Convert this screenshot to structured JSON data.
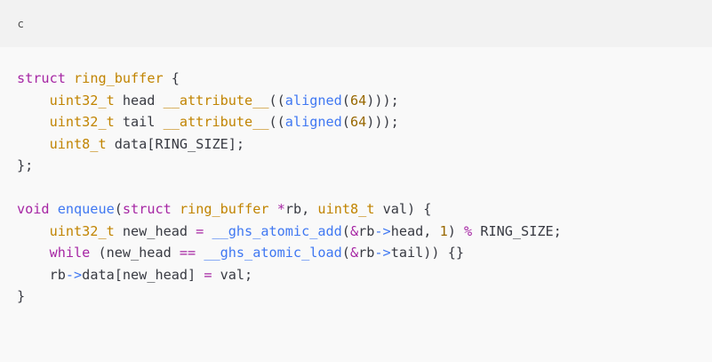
{
  "language_label": "c",
  "colors": {
    "background": "#f9f9f9",
    "header_background": "#f2f2f2",
    "keyword": "#a626a4",
    "type": "#c18401",
    "function": "#4078f2",
    "number": "#986801",
    "operator": "#4078f2",
    "plain": "#383a42"
  },
  "lines": [
    [
      {
        "t": "struct",
        "k": "keyword"
      },
      {
        "t": " ",
        "k": "plain"
      },
      {
        "t": "ring_buffer",
        "k": "type"
      },
      {
        "t": " {",
        "k": "plain"
      }
    ],
    [
      {
        "t": "    ",
        "k": "plain"
      },
      {
        "t": "uint32_t",
        "k": "type"
      },
      {
        "t": " head ",
        "k": "plain"
      },
      {
        "t": "__attribute__",
        "k": "type"
      },
      {
        "t": "((",
        "k": "plain"
      },
      {
        "t": "aligned",
        "k": "func"
      },
      {
        "t": "(",
        "k": "plain"
      },
      {
        "t": "64",
        "k": "number"
      },
      {
        "t": ")));",
        "k": "plain"
      }
    ],
    [
      {
        "t": "    ",
        "k": "plain"
      },
      {
        "t": "uint32_t",
        "k": "type"
      },
      {
        "t": " tail ",
        "k": "plain"
      },
      {
        "t": "__attribute__",
        "k": "type"
      },
      {
        "t": "((",
        "k": "plain"
      },
      {
        "t": "aligned",
        "k": "func"
      },
      {
        "t": "(",
        "k": "plain"
      },
      {
        "t": "64",
        "k": "number"
      },
      {
        "t": ")));",
        "k": "plain"
      }
    ],
    [
      {
        "t": "    ",
        "k": "plain"
      },
      {
        "t": "uint8_t",
        "k": "type"
      },
      {
        "t": " data[RING_SIZE];",
        "k": "plain"
      }
    ],
    [
      {
        "t": "};",
        "k": "plain"
      }
    ],
    [],
    [
      {
        "t": "void",
        "k": "keyword"
      },
      {
        "t": " ",
        "k": "plain"
      },
      {
        "t": "enqueue",
        "k": "func"
      },
      {
        "t": "(",
        "k": "plain"
      },
      {
        "t": "struct",
        "k": "keyword"
      },
      {
        "t": " ",
        "k": "plain"
      },
      {
        "t": "ring_buffer",
        "k": "type"
      },
      {
        "t": " ",
        "k": "plain"
      },
      {
        "t": "*",
        "k": "keyword"
      },
      {
        "t": "rb, ",
        "k": "plain"
      },
      {
        "t": "uint8_t",
        "k": "type"
      },
      {
        "t": " val) {",
        "k": "plain"
      }
    ],
    [
      {
        "t": "    ",
        "k": "plain"
      },
      {
        "t": "uint32_t",
        "k": "type"
      },
      {
        "t": " new_head ",
        "k": "plain"
      },
      {
        "t": "=",
        "k": "keyword"
      },
      {
        "t": " ",
        "k": "plain"
      },
      {
        "t": "__ghs_atomic_add",
        "k": "func"
      },
      {
        "t": "(",
        "k": "plain"
      },
      {
        "t": "&",
        "k": "keyword"
      },
      {
        "t": "rb",
        "k": "plain"
      },
      {
        "t": "->",
        "k": "op"
      },
      {
        "t": "head, ",
        "k": "plain"
      },
      {
        "t": "1",
        "k": "number"
      },
      {
        "t": ") ",
        "k": "plain"
      },
      {
        "t": "%",
        "k": "keyword"
      },
      {
        "t": " RING_SIZE;",
        "k": "plain"
      }
    ],
    [
      {
        "t": "    ",
        "k": "plain"
      },
      {
        "t": "while",
        "k": "keyword"
      },
      {
        "t": " (new_head ",
        "k": "plain"
      },
      {
        "t": "==",
        "k": "keyword"
      },
      {
        "t": " ",
        "k": "plain"
      },
      {
        "t": "__ghs_atomic_load",
        "k": "func"
      },
      {
        "t": "(",
        "k": "plain"
      },
      {
        "t": "&",
        "k": "keyword"
      },
      {
        "t": "rb",
        "k": "plain"
      },
      {
        "t": "->",
        "k": "op"
      },
      {
        "t": "tail)) {}",
        "k": "plain"
      }
    ],
    [
      {
        "t": "    rb",
        "k": "plain"
      },
      {
        "t": "->",
        "k": "op"
      },
      {
        "t": "data[new_head] ",
        "k": "plain"
      },
      {
        "t": "=",
        "k": "keyword"
      },
      {
        "t": " val;",
        "k": "plain"
      }
    ],
    [
      {
        "t": "}",
        "k": "plain"
      }
    ]
  ]
}
